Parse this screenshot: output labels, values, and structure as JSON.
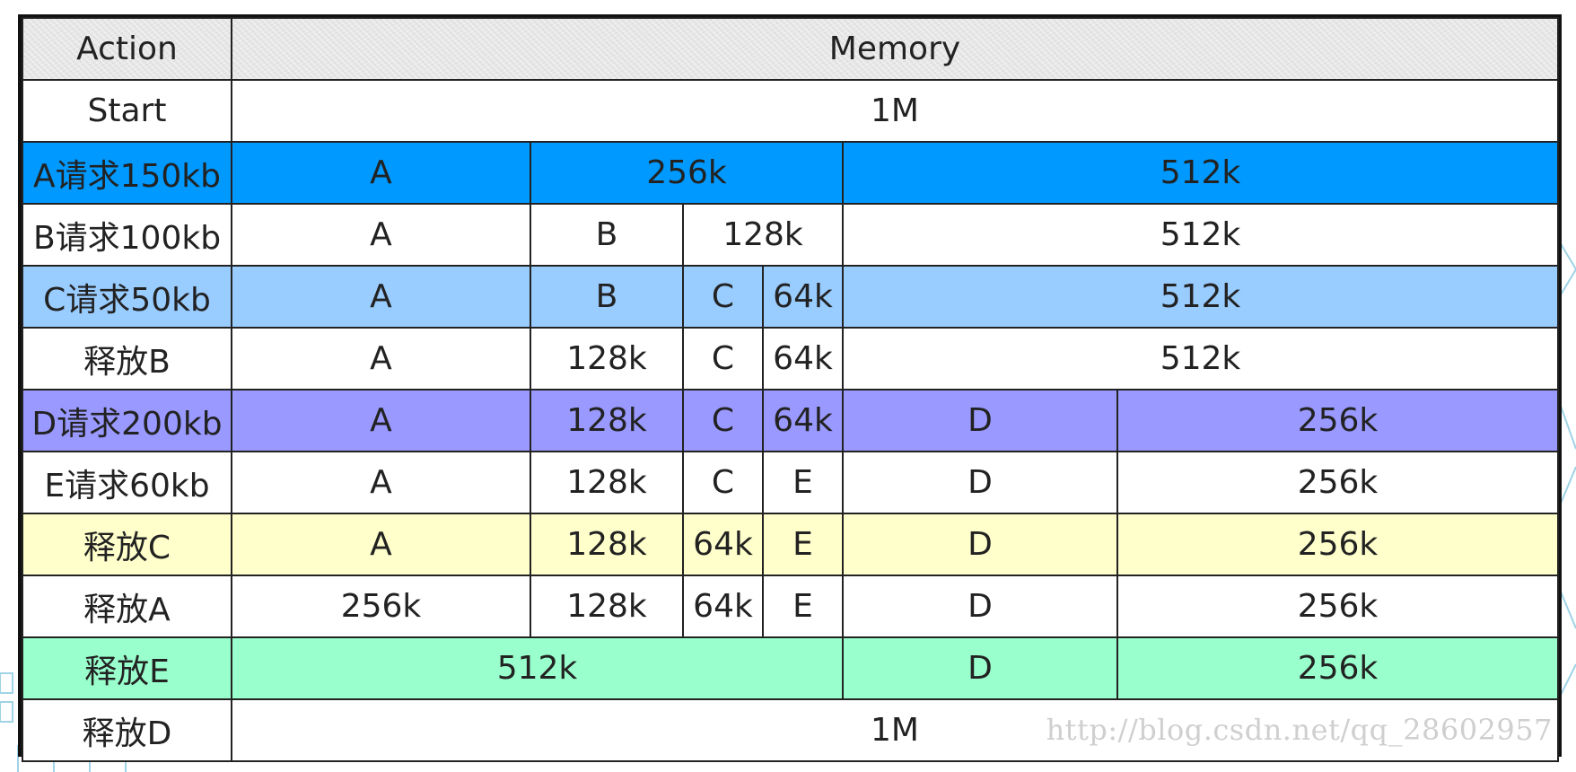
{
  "header": {
    "action": "Action",
    "memory": "Memory"
  },
  "rows": [
    {
      "bg": "#ffffff",
      "action": "Start",
      "cells": [
        {
          "text": "1M",
          "span": 6
        }
      ]
    },
    {
      "bg": "#0099ff",
      "action": "A请求150kb",
      "cells": [
        {
          "text": "A",
          "span": 1
        },
        {
          "text": "256k",
          "span": 3
        },
        {
          "text": "512k",
          "span": 2
        }
      ]
    },
    {
      "bg": "#ffffff",
      "action": "B请求100kb",
      "cells": [
        {
          "text": "A",
          "span": 1
        },
        {
          "text": "B",
          "span": 1
        },
        {
          "text": "128k",
          "span": 2
        },
        {
          "text": "512k",
          "span": 2
        }
      ]
    },
    {
      "bg": "#99ccff",
      "action": "C请求50kb",
      "cells": [
        {
          "text": "A",
          "span": 1
        },
        {
          "text": "B",
          "span": 1
        },
        {
          "text": "C",
          "span": 1
        },
        {
          "text": "64k",
          "span": 1
        },
        {
          "text": "512k",
          "span": 2
        }
      ]
    },
    {
      "bg": "#ffffff",
      "action": "释放B",
      "cells": [
        {
          "text": "A",
          "span": 1
        },
        {
          "text": "128k",
          "span": 1
        },
        {
          "text": "C",
          "span": 1
        },
        {
          "text": "64k",
          "span": 1
        },
        {
          "text": "512k",
          "span": 2
        }
      ]
    },
    {
      "bg": "#9999ff",
      "action": "D请求200kb",
      "cells": [
        {
          "text": "A",
          "span": 1
        },
        {
          "text": "128k",
          "span": 1
        },
        {
          "text": "C",
          "span": 1
        },
        {
          "text": "64k",
          "span": 1
        },
        {
          "text": "D",
          "span": 1
        },
        {
          "text": "256k",
          "span": 1
        }
      ]
    },
    {
      "bg": "#ffffff",
      "action": "E请求60kb",
      "cells": [
        {
          "text": "A",
          "span": 1
        },
        {
          "text": "128k",
          "span": 1
        },
        {
          "text": "C",
          "span": 1
        },
        {
          "text": "E",
          "span": 1
        },
        {
          "text": "D",
          "span": 1
        },
        {
          "text": "256k",
          "span": 1
        }
      ]
    },
    {
      "bg": "#ffffcc",
      "action": "释放C",
      "cells": [
        {
          "text": "A",
          "span": 1
        },
        {
          "text": "128k",
          "span": 1
        },
        {
          "text": "64k",
          "span": 1
        },
        {
          "text": "E",
          "span": 1
        },
        {
          "text": "D",
          "span": 1
        },
        {
          "text": "256k",
          "span": 1
        }
      ]
    },
    {
      "bg": "#ffffff",
      "action": "释放A",
      "cells": [
        {
          "text": "256k",
          "span": 1
        },
        {
          "text": "128k",
          "span": 1
        },
        {
          "text": "64k",
          "span": 1
        },
        {
          "text": "E",
          "span": 1
        },
        {
          "text": "D",
          "span": 1
        },
        {
          "text": "256k",
          "span": 1
        }
      ]
    },
    {
      "bg": "#99ffcc",
      "action": "释放E",
      "cells": [
        {
          "text": "512k",
          "span": 4
        },
        {
          "text": "D",
          "span": 1
        },
        {
          "text": "256k",
          "span": 1
        }
      ]
    },
    {
      "bg": "#ffffff",
      "action": "释放D",
      "cells": [
        {
          "text": "1M",
          "span": 6
        }
      ]
    }
  ],
  "watermark": "http://blog.csdn.net/qq_28602957"
}
